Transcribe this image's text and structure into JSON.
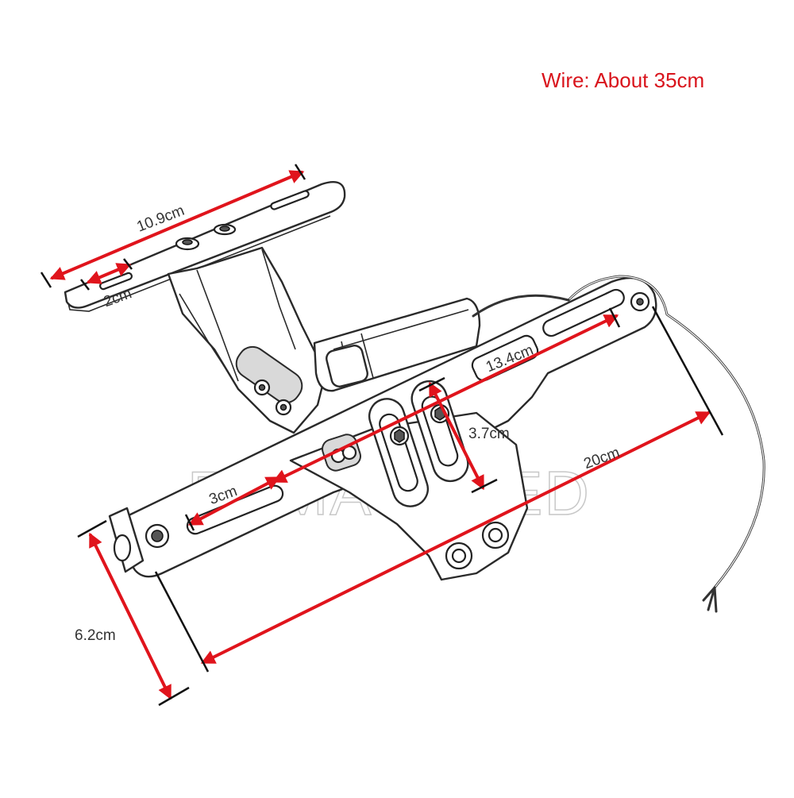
{
  "note": "Wire: About 35cm",
  "watermark": "ERMASPEED",
  "dimensions": {
    "top_bracket_length": "10.9cm",
    "top_slot": "2cm",
    "upper_arm": "13.4cm",
    "center_slot": "3.7cm",
    "lower_slot": "3cm",
    "overall_length": "20cm",
    "height": "6.2cm"
  },
  "colors": {
    "dimension_line": "#e0141c",
    "note_text": "#d9141c",
    "outline": "#2a2a2a"
  }
}
